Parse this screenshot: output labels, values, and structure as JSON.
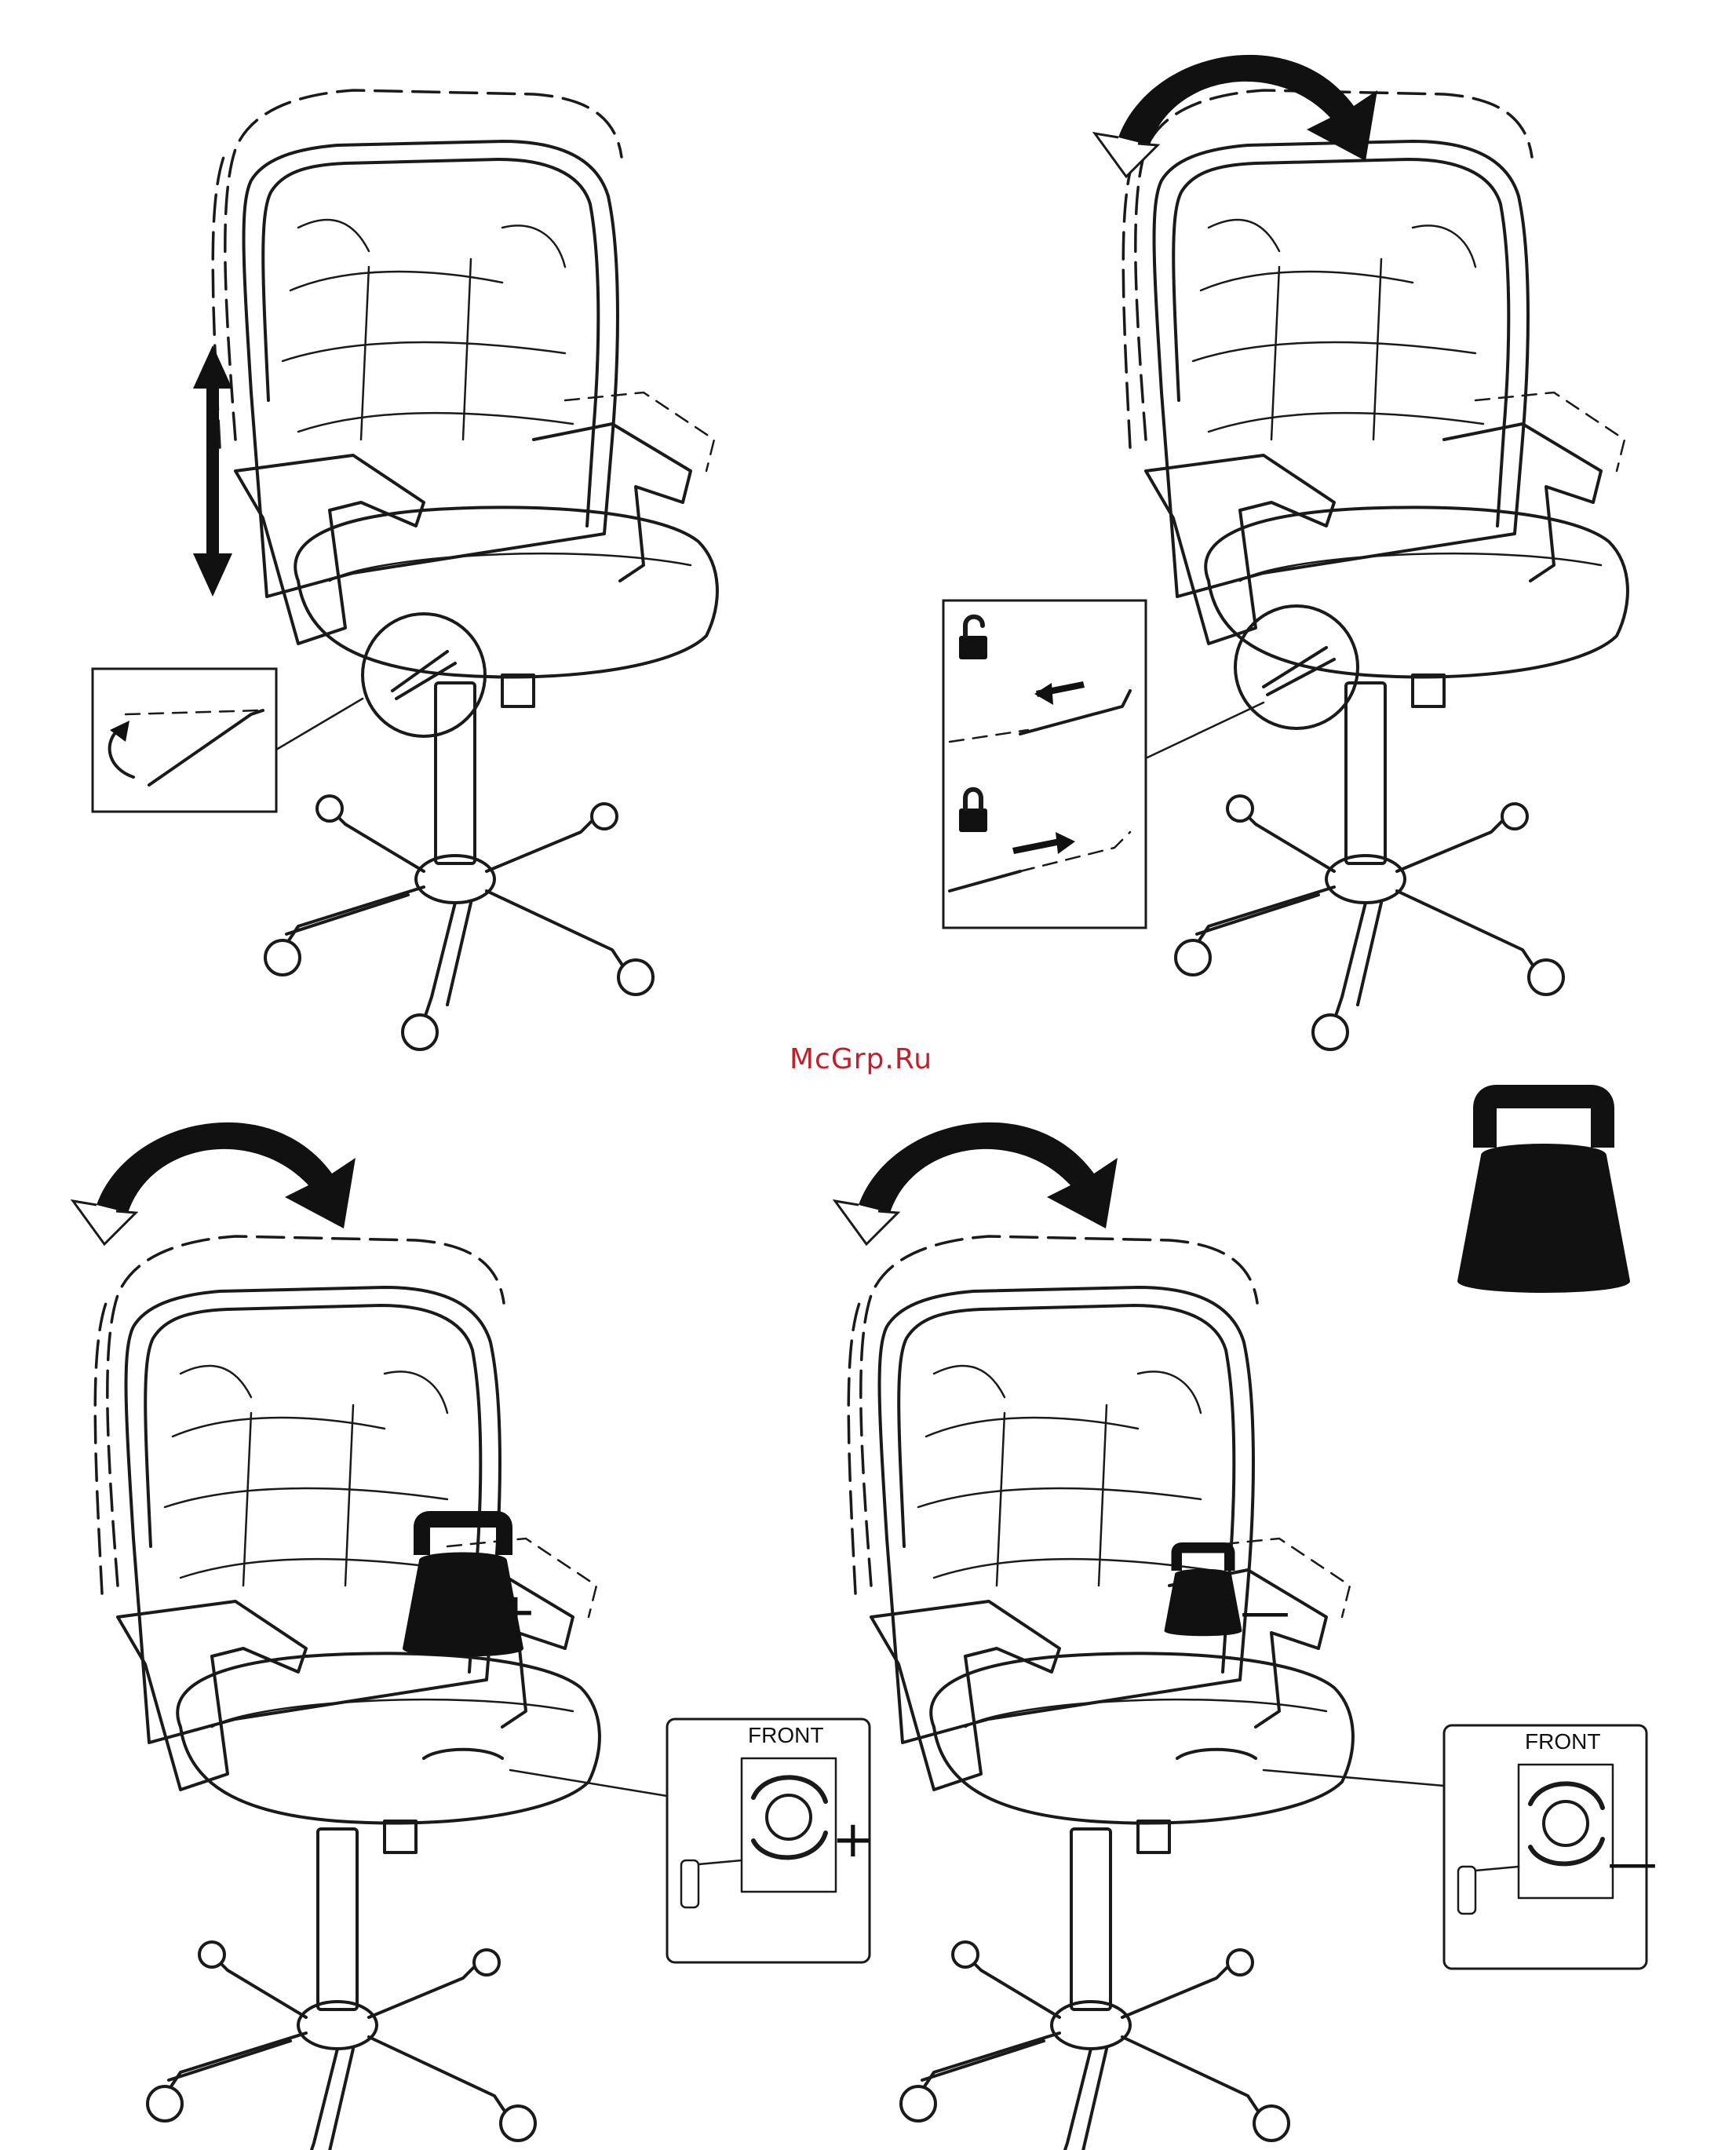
{
  "watermark": "McGrp.Ru",
  "panels": [
    {
      "id": "height-adjust"
    },
    {
      "id": "tilt-lock",
      "icons": [
        "unlock-icon",
        "lock-icon"
      ]
    },
    {
      "id": "tension-increase",
      "inset_label": "FRONT",
      "sign": "+"
    },
    {
      "id": "tension-decrease",
      "inset_label": "FRONT",
      "sign": "—"
    }
  ],
  "weight_icon": "weight-icon",
  "colors": {
    "line": "#1a1a1a",
    "watermark": "#c41e2a"
  }
}
